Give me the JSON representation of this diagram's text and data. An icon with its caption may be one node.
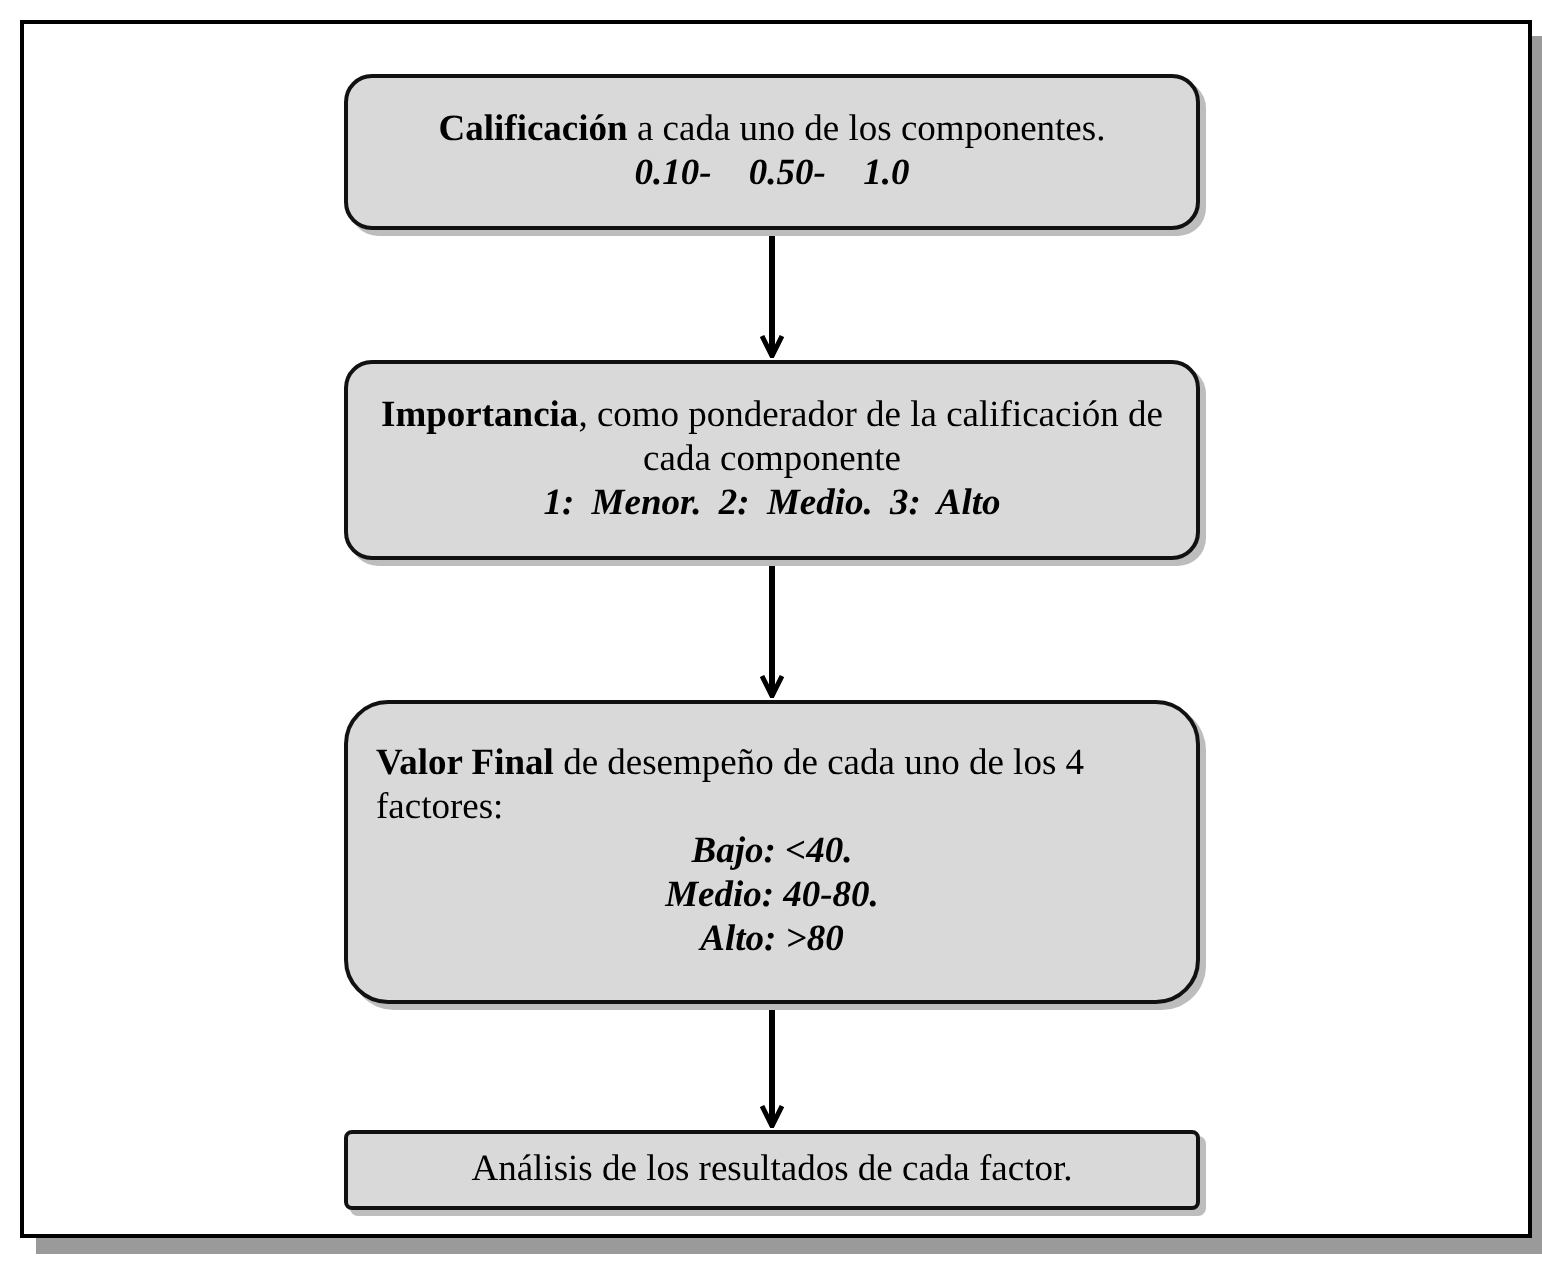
{
  "diagram": {
    "nodes": [
      {
        "text": [
          "**Calificación** a cada uno de los componentes.",
          "0.10- 0.50- 1.0"
        ]
      },
      {
        "text": [
          "**Importancia**, como ponderador de la calificación de cada componente",
          "1: Menor. 2: Medio. 3: Alto"
        ]
      },
      {
        "text": [
          "**Valor Final** de desempeño de cada uno de los 4 factores:",
          "Bajo: <40.",
          "Medio: 40-80.",
          "Alto: >80"
        ]
      },
      {
        "text": [
          "Análisis de los resultados de cada factor."
        ]
      }
    ],
    "edges": [
      {
        "from": 0,
        "to": 1,
        "arrow": "to"
      },
      {
        "from": 1,
        "to": 2,
        "arrow": "to"
      },
      {
        "from": 2,
        "to": 3,
        "arrow": "to"
      }
    ]
  }
}
